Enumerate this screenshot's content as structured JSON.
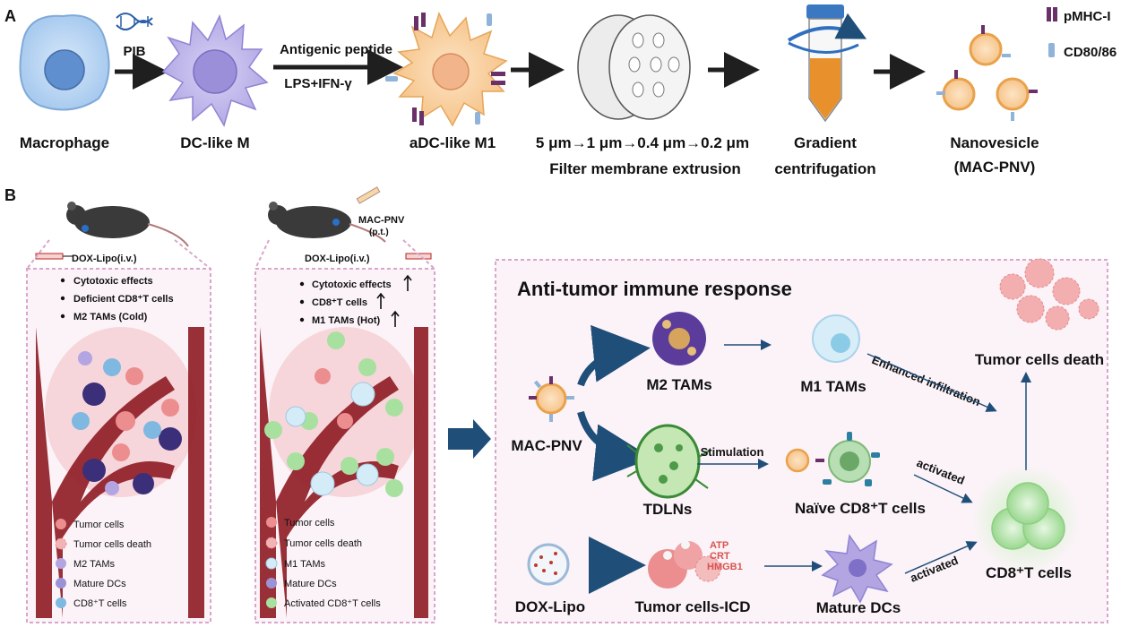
{
  "panel_a": {
    "label": "A",
    "macrophage": "Macrophage",
    "pib": "PIB",
    "dc_like_m": "DC-like M",
    "antigenic_peptide": "Antigenic peptide",
    "lps_ifn": "LPS+IFN-γ",
    "adc_like_m1": "aDC-like M1",
    "filter_sizes": "5 μm→1 μm→0.4 μm→0.2 μm",
    "filter_extrusion": "Filter membrane extrusion",
    "gradient": "Gradient",
    "centrifugation": "centrifugation",
    "nanovesicle": "Nanovesicle",
    "mac_pnv_paren": "(MAC-PNV)",
    "legend_pmhc": "pMHC-I",
    "legend_cd80": "CD80/86"
  },
  "panel_b": {
    "label": "B",
    "left": {
      "injection": "DOX-Lipo(i.v.)",
      "bullets": [
        "Cytotoxic effects",
        "Deficient CD8⁺T cells",
        "M2 TAMs (Cold)"
      ],
      "legend": [
        "Tumor cells",
        "Tumor cells death",
        "M2 TAMs",
        "Mature DCs",
        "CD8⁺T cells"
      ]
    },
    "middle": {
      "injection_top": "MAC-PNV",
      "injection_top_sub": "(p.t.)",
      "injection": "DOX-Lipo(i.v.)",
      "bullets": [
        "Cytotoxic effects",
        "CD8⁺T cells",
        "M1 TAMs (Hot)"
      ],
      "legend": [
        "Tumor cells",
        "Tumor cells death",
        "M1 TAMs",
        "Mature DCs",
        "Activated CD8⁺T cells"
      ]
    },
    "right": {
      "title": "Anti-tumor immune response",
      "mac_pnv": "MAC-PNV",
      "m2_tams": "M2 TAMs",
      "m1_tams": "M1 TAMs",
      "enhanced": "Enhanced infiltration",
      "tumor_death": "Tumor cells death",
      "stimulation": "Stimulation",
      "tdlns": "TDLNs",
      "naive": "Naïve CD8⁺T cells",
      "activated1": "activated",
      "activated2": "activated",
      "cd8": "CD8⁺T cells",
      "dox_lipo": "DOX-Lipo",
      "tumor_icd": "Tumor cells-ICD",
      "atp": "ATP",
      "crt": "CRT",
      "hmgb1": "HMGB1",
      "mature_dcs": "Mature DCs"
    }
  },
  "colors": {
    "arrow_dark": "#1f1f1f",
    "arrow_blue": "#1f4e79",
    "dashed_border": "#d9a6c9",
    "panel_bg": "#fbf3f8",
    "vessel": "#8e1b22",
    "atp_red": "#d9534f"
  }
}
